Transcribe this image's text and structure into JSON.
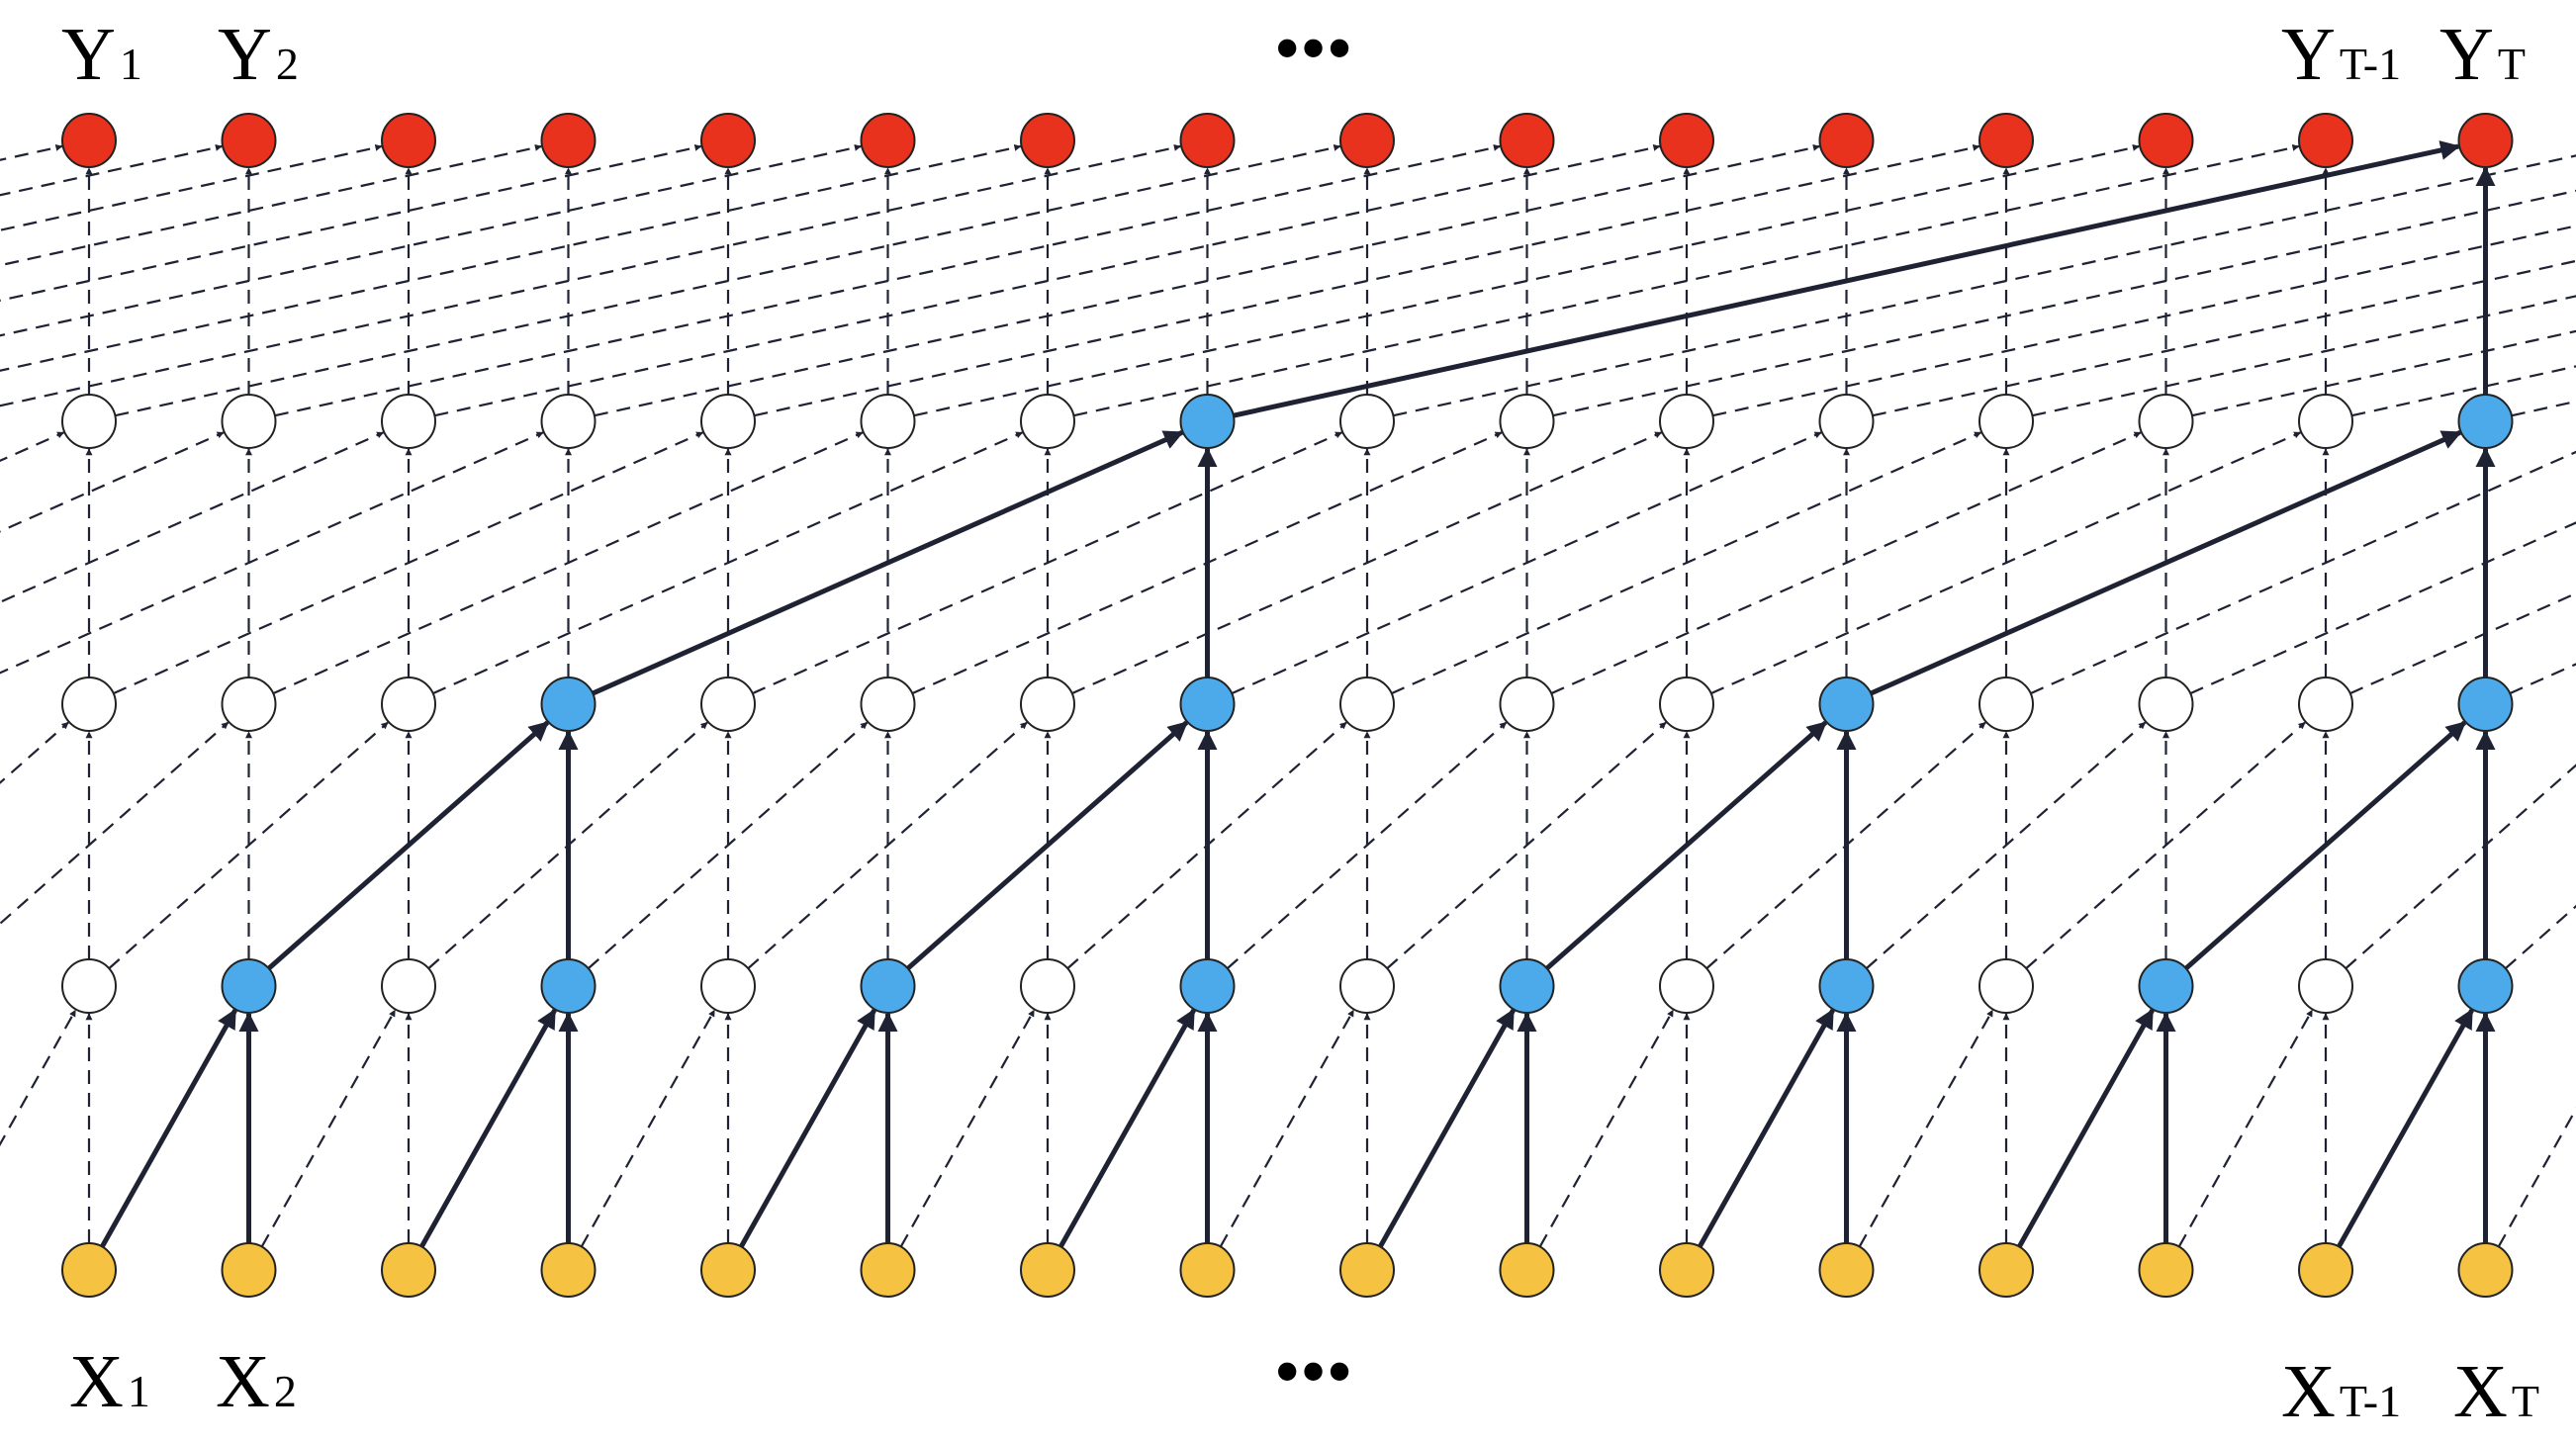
{
  "columns": 16,
  "layer_count": 5,
  "dilations": [
    1,
    2,
    4,
    8
  ],
  "colors": {
    "input": "#F5C242",
    "active_hidden": "#4DAAEA",
    "inactive_hidden": "#FFFFFF",
    "output": "#E8321E",
    "edge": "#1E2233",
    "node_stroke": "#222222"
  },
  "labels": {
    "outputs": [
      {
        "letter": "Y",
        "sub": "1"
      },
      {
        "letter": "Y",
        "sub": "2"
      },
      {
        "letter": "Y",
        "sub": "T-1"
      },
      {
        "letter": "Y",
        "sub": "T"
      }
    ],
    "inputs": [
      {
        "letter": "X",
        "sub": "1"
      },
      {
        "letter": "X",
        "sub": "2"
      },
      {
        "letter": "X",
        "sub": "T-1"
      },
      {
        "letter": "X",
        "sub": "T"
      }
    ],
    "ellipsis_top": "•••",
    "ellipsis_bottom": "•••"
  }
}
